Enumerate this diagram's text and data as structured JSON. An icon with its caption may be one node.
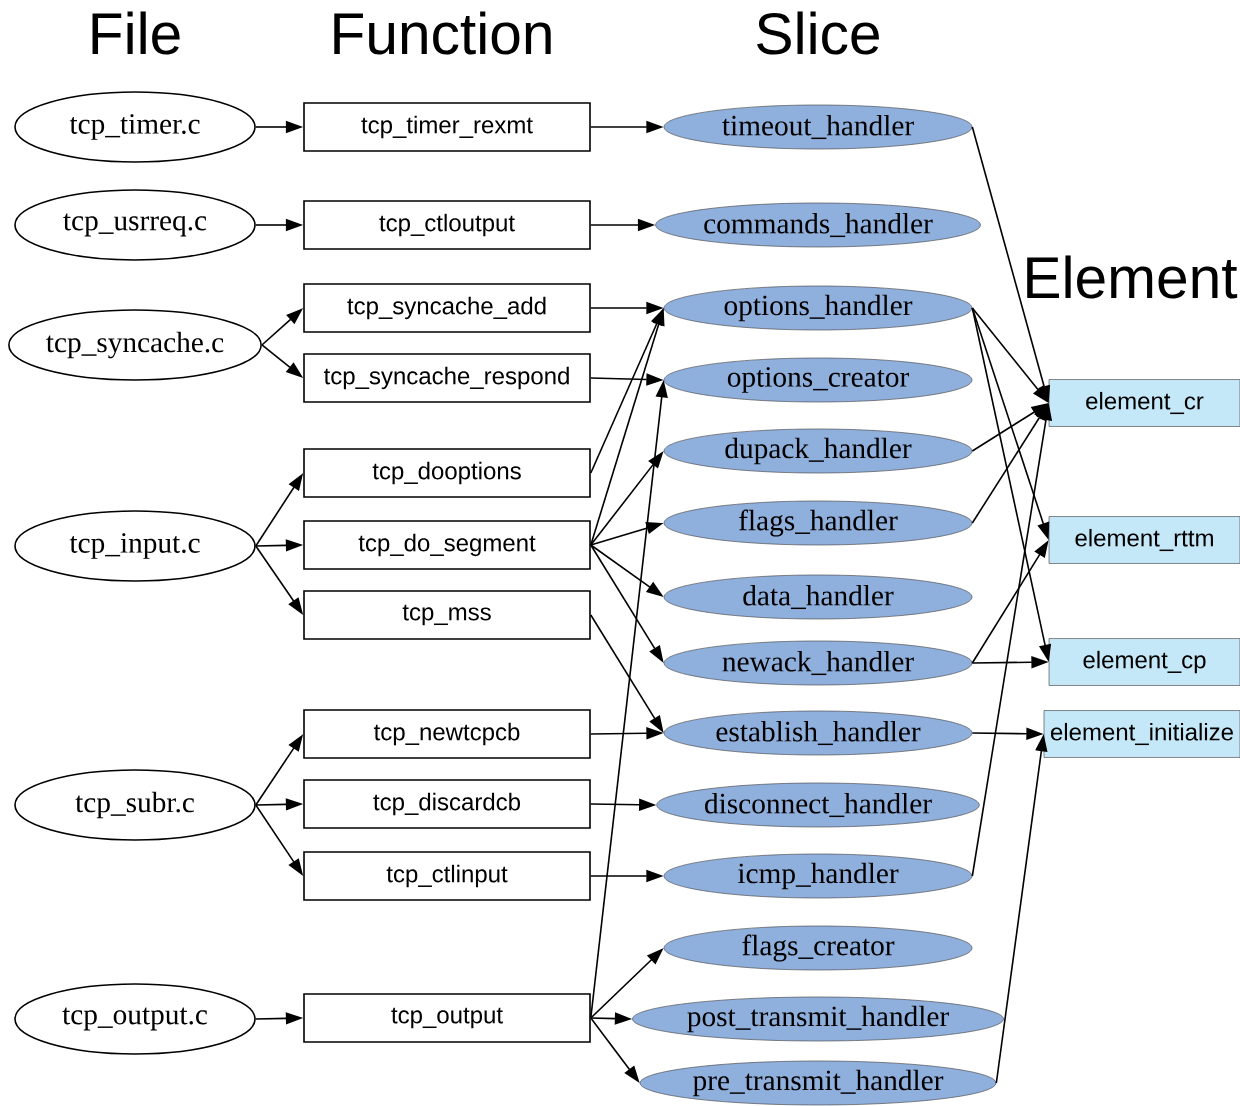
{
  "diagram": {
    "nodes": [
      {
        "text": [
          "tcp_timer.c"
        ]
      },
      {
        "text": [
          "tcp_usrreq.c"
        ]
      },
      {
        "text": [
          "tcp_syncache.c"
        ]
      },
      {
        "text": [
          "tcp_input.c"
        ]
      },
      {
        "text": [
          "tcp_subr.c"
        ]
      },
      {
        "text": [
          "tcp_output.c"
        ]
      },
      {
        "text": [
          "tcp_timer_rexmt"
        ]
      },
      {
        "text": [
          "tcp_ctloutput"
        ]
      },
      {
        "text": [
          "tcp_syncache_add"
        ]
      },
      {
        "text": [
          "tcp_syncache_respond"
        ]
      },
      {
        "text": [
          "tcp_dooptions"
        ]
      },
      {
        "text": [
          "tcp_do_segment"
        ]
      },
      {
        "text": [
          "tcp_mss"
        ]
      },
      {
        "text": [
          "tcp_newtcpcb"
        ]
      },
      {
        "text": [
          "tcp_discardcb"
        ]
      },
      {
        "text": [
          "tcp_ctlinput"
        ]
      },
      {
        "text": [
          "tcp_output"
        ]
      },
      {
        "text": [
          "timeout_handler"
        ]
      },
      {
        "text": [
          "commands_handler"
        ]
      },
      {
        "text": [
          "options_handler"
        ]
      },
      {
        "text": [
          "options_creator"
        ]
      },
      {
        "text": [
          "dupack_handler"
        ]
      },
      {
        "text": [
          "flags_handler"
        ]
      },
      {
        "text": [
          "data_handler"
        ]
      },
      {
        "text": [
          "newack_handler"
        ]
      },
      {
        "text": [
          "establish_handler"
        ]
      },
      {
        "text": [
          "disconnect_handler"
        ]
      },
      {
        "text": [
          "icmp_handler"
        ]
      },
      {
        "text": [
          "flags_creator"
        ]
      },
      {
        "text": [
          "post_transmit_handler"
        ]
      },
      {
        "text": [
          "pre_transmit_handler"
        ]
      },
      {
        "text": [
          "element_cr"
        ]
      },
      {
        "text": [
          "element_rttm"
        ]
      },
      {
        "text": [
          "element_cp"
        ]
      },
      {
        "text": [
          "element_initialize"
        ]
      }
    ],
    "edges": [
      {
        "from": 0,
        "to": 6,
        "arrow": "to"
      },
      {
        "from": 1,
        "to": 7,
        "arrow": "to"
      },
      {
        "from": 2,
        "to": 8,
        "arrow": "to"
      },
      {
        "from": 2,
        "to": 9,
        "arrow": "to"
      },
      {
        "from": 3,
        "to": 10,
        "arrow": "to"
      },
      {
        "from": 3,
        "to": 11,
        "arrow": "to"
      },
      {
        "from": 3,
        "to": 12,
        "arrow": "to"
      },
      {
        "from": 4,
        "to": 13,
        "arrow": "to"
      },
      {
        "from": 4,
        "to": 14,
        "arrow": "to"
      },
      {
        "from": 4,
        "to": 15,
        "arrow": "to"
      },
      {
        "from": 5,
        "to": 16,
        "arrow": "to"
      },
      {
        "from": 6,
        "to": 17,
        "arrow": "to"
      },
      {
        "from": 7,
        "to": 18,
        "arrow": "to"
      },
      {
        "from": 8,
        "to": 19,
        "arrow": "to"
      },
      {
        "from": 9,
        "to": 20,
        "arrow": "to"
      },
      {
        "from": 10,
        "to": 19,
        "arrow": "to"
      },
      {
        "from": 11,
        "to": 19,
        "arrow": "to"
      },
      {
        "from": 11,
        "to": 21,
        "arrow": "to"
      },
      {
        "from": 11,
        "to": 22,
        "arrow": "to"
      },
      {
        "from": 11,
        "to": 23,
        "arrow": "to"
      },
      {
        "from": 11,
        "to": 24,
        "arrow": "to"
      },
      {
        "from": 12,
        "to": 25,
        "arrow": "to"
      },
      {
        "from": 13,
        "to": 25,
        "arrow": "to"
      },
      {
        "from": 14,
        "to": 26,
        "arrow": "to"
      },
      {
        "from": 15,
        "to": 27,
        "arrow": "to"
      },
      {
        "from": 16,
        "to": 20,
        "arrow": "to"
      },
      {
        "from": 16,
        "to": 28,
        "arrow": "to"
      },
      {
        "from": 16,
        "to": 29,
        "arrow": "to"
      },
      {
        "from": 16,
        "to": 30,
        "arrow": "to"
      },
      {
        "from": 17,
        "to": 31,
        "arrow": "to"
      },
      {
        "from": 19,
        "to": 31,
        "arrow": "to"
      },
      {
        "from": 19,
        "to": 32,
        "arrow": "to"
      },
      {
        "from": 19,
        "to": 33,
        "arrow": "to"
      },
      {
        "from": 21,
        "to": 31,
        "arrow": "to"
      },
      {
        "from": 22,
        "to": 31,
        "arrow": "to"
      },
      {
        "from": 24,
        "to": 32,
        "arrow": "to"
      },
      {
        "from": 24,
        "to": 33,
        "arrow": "to"
      },
      {
        "from": 25,
        "to": 34,
        "arrow": "to"
      },
      {
        "from": 27,
        "to": 31,
        "arrow": "to"
      },
      {
        "from": 30,
        "to": 34,
        "arrow": "to"
      }
    ],
    "labels": [
      "File",
      "Function",
      "Slice",
      "Element"
    ]
  }
}
